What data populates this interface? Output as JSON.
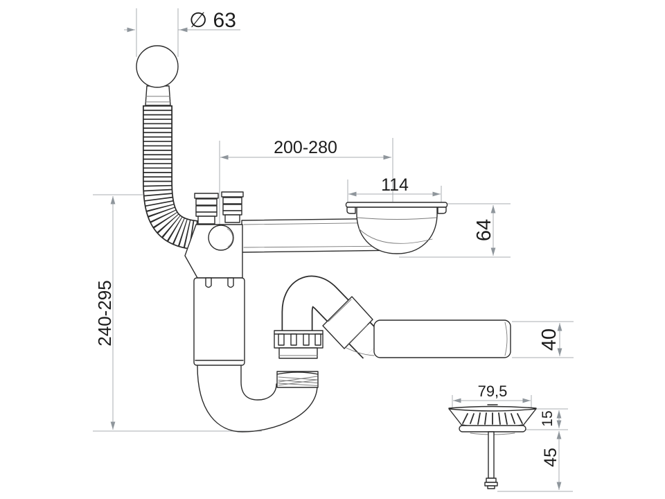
{
  "drawing": {
    "dimensions": {
      "overflow_diameter": {
        "label": "∅ 63"
      },
      "horizontal_reach": {
        "label": "200-280"
      },
      "flange_width": {
        "label": "114"
      },
      "drain_height": {
        "label": "64"
      },
      "vertical_reach": {
        "label": "240-295"
      },
      "outlet_diameter": {
        "label": "40"
      },
      "strainer_diameter": {
        "label": "79,5"
      },
      "strainer_height": {
        "label": "15"
      },
      "stem_length": {
        "label": "45"
      }
    },
    "colors": {
      "background": "#ffffff",
      "line": "#2b2b2b",
      "light_line": "#7a7a7a",
      "dimension_line": "#a9adb2",
      "arrow": "#8f969c",
      "text": "#1c1c1c"
    }
  }
}
